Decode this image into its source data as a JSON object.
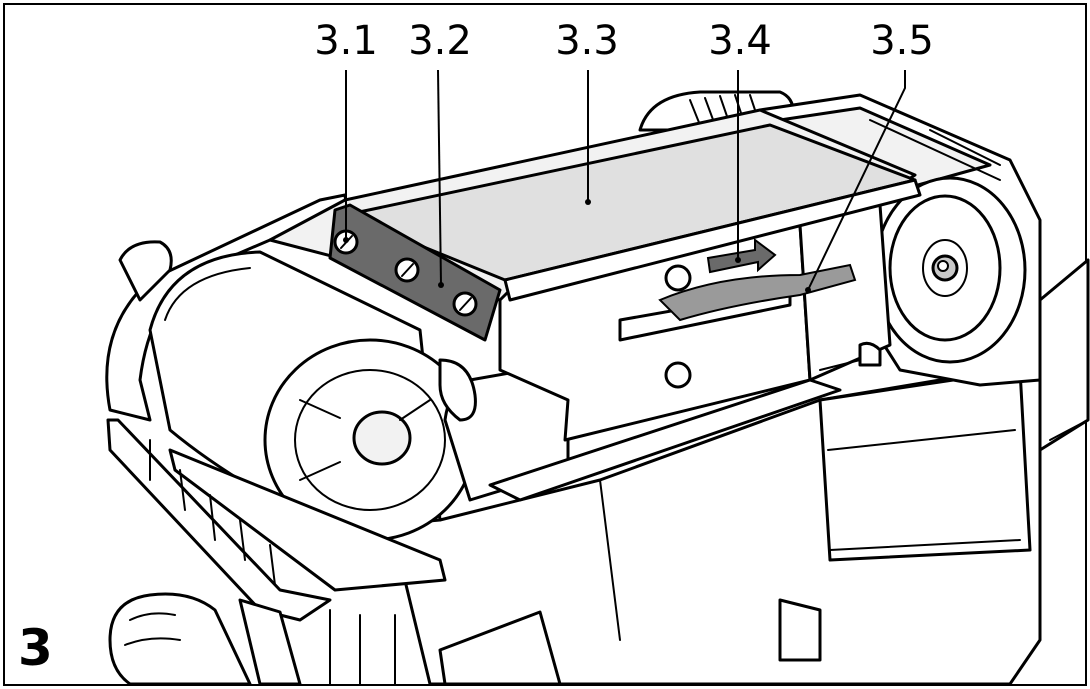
{
  "figure": {
    "number": "3",
    "callouts": [
      {
        "id": "3.1",
        "label": "3.1"
      },
      {
        "id": "3.2",
        "label": "3.2"
      },
      {
        "id": "3.3",
        "label": "3.3"
      },
      {
        "id": "3.4",
        "label": "3.4"
      },
      {
        "id": "3.5",
        "label": "3.5"
      }
    ]
  }
}
